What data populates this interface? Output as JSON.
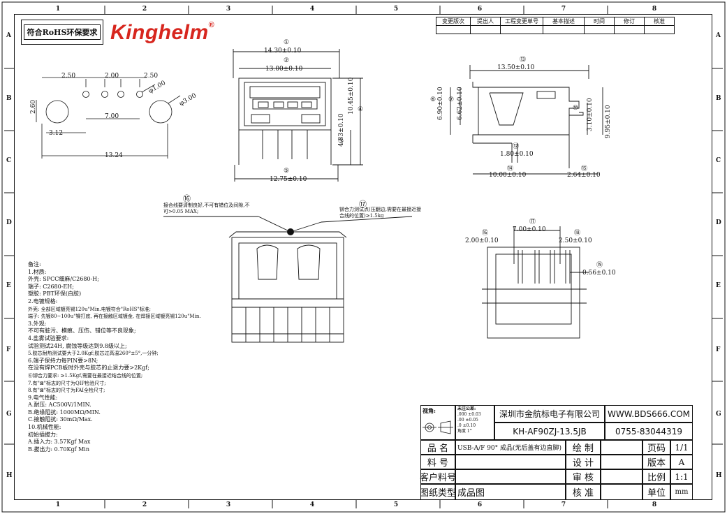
{
  "grid": {
    "columns": [
      "1",
      "2",
      "3",
      "4",
      "5",
      "6",
      "7",
      "8"
    ],
    "rows": [
      "A",
      "B",
      "C",
      "D",
      "E",
      "F",
      "G",
      "H"
    ]
  },
  "header": {
    "rohs_label": "符合RoHS环保要求",
    "brand": "Kinghelm",
    "brand_mark": "®",
    "brand_color": "#d7261e"
  },
  "revision_table": {
    "headers": [
      "变更版次",
      "提出人",
      "工程变更单号",
      "基本描述",
      "时间",
      "修订",
      "核准"
    ]
  },
  "front_view": {
    "dim_width_outer": "14.30±0.10",
    "dim_width_inner": "13.00±0.10",
    "dim_height": "10.45±0.10",
    "dim_depth": "4.83±0.10",
    "dim_pin_span": "12.75±0.10",
    "balloons": [
      "①",
      "②",
      "③",
      "④",
      "⑤"
    ]
  },
  "pcb_layout": {
    "d1": "2.50",
    "d2": "2.00",
    "d3": "2.50",
    "hole_small": "φ1.00",
    "hole_large": "φ3.00",
    "d_mid": "7.00",
    "d_vert": "2.60",
    "d_offset": "3.12",
    "d_total": "13.24"
  },
  "side_view": {
    "dim_length": "13.50±0.10",
    "dim_h1": "6.90±0.10",
    "dim_h2": "6.62±0.10",
    "dim_h3": "3.10±0.10",
    "dim_h4": "9.95±0.10",
    "dim_pin": "1.80±0.10",
    "dim_base": "10.00±0.10",
    "dim_tail": "2.64±0.10",
    "balloons": [
      "⑥",
      "⑦",
      "⑧",
      "⑨",
      "⑩",
      "⑪",
      "⑫",
      "⑬",
      "⑭",
      "⑮"
    ]
  },
  "bottom_view": {
    "dim_span": "7.00±0.10",
    "dim_left": "2.00±0.10",
    "dim_right": "2.50±0.10",
    "dim_pin": "0.56±0.10",
    "balloons": [
      "⑯",
      "⑰",
      "⑱",
      "⑲"
    ]
  },
  "callouts": {
    "left": "接合线要清制良好,不可有错位及间隙,不可>0.05 MAX;",
    "left_balloon": "⑯",
    "right": "铆合力测试点(压翻边,需要在最接近接合线的位置)≥1.5kg",
    "right_balloon": "⑰"
  },
  "notes": [
    "备注:",
    "1.材质:",
    "  外壳: SPCC细麻/C2680-H;",
    "  端子: C2680-EH;",
    "  塑胶: PBT环保(白胶)",
    "2.电镀规格:",
    "  外壳: 全部区域镀亮锡120u\"Min.电镀符合\"RoHS\"标准;",
    "  端子: 先镀80~100u\"镍打底, 再在接触区域镀金, 在焊接区域镀亮锡120u\"Min.",
    "3.外观:",
    "  不可有脏污、模痕、压伤、错位等不良现象;",
    "4.盐雾试验要求:",
    "  试验测试24H, 腐蚀等级达到9.8级以上;",
    "5.胶芯耐热测试要大于2.0Kgf;胶芯过高温260°±5°,一分钟;",
    "6.端子保持力每PIN要>8N;",
    "  在没有焊PCB板时外壳与胶芯的止退力要>2Kgf;",
    "⑥铆合力要求: ≥1.5Kgf,需要在最接近结合线的位置;",
    "7.有\"⊠\"标志的尺寸为QIP检验尺寸;",
    "8.有\"⊠\"标志的尺寸为FAI全检尺寸;",
    "9.电气性能:",
    "  A.耐压: AC500V/1MIN.",
    "  B.绝缘阻抗: 1000MΩ/MIN.",
    "  C.接触阻抗: 30mΩ/Max.",
    "10.机械性能:",
    "  初始插拔力:",
    "  A.插入力: 3.57Kgf  Max",
    "  B.拔出力: 0.70Kgf  Min"
  ],
  "title_block": {
    "projection_label": "视角:",
    "tolerance_label": "未注公差:",
    "tolerances": [
      ".000  ±0.03",
      ".00  ±0.05",
      ".0  ±0.10",
      "角度  1°"
    ],
    "company": "深圳市金航标电子有限公司",
    "website": "WWW.BDS666.COM",
    "part_no": "KH-AF90ZJ-13.5JB",
    "phone": "0755-83044319",
    "name_label": "品  名",
    "name_value": "USB-A/F 90° 成品(无后盖有边直脚)",
    "material_label": "料  号",
    "customer_label": "客户料号",
    "drawing_type_label": "图纸类型",
    "drawing_type_value": "成品图",
    "drawn_label": "绘  制",
    "design_label": "设  计",
    "review_label": "审  核",
    "approve_label": "核  准",
    "page_label": "页码",
    "page_value": "1/1",
    "version_label": "版本",
    "version_value": "A",
    "scale_label": "比例",
    "scale_value": "1:1",
    "unit_label": "单位",
    "unit_value": "mm"
  }
}
